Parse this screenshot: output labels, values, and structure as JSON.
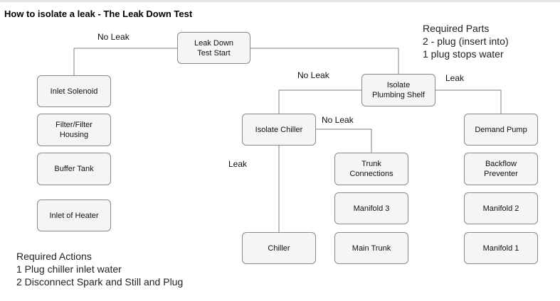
{
  "title": "How to isolate a leak - The Leak Down Test",
  "nodes": {
    "start": "Leak Down\nTest Start",
    "inlet_solenoid": "Inlet Solenoid",
    "filter_housing": "Filter/Filter\nHousing",
    "buffer_tank": "Buffer Tank",
    "inlet_heater": "Inlet of Heater",
    "isolate_plumbing": "Isolate\nPlumbing Shelf",
    "isolate_chiller": "Isolate Chiller",
    "chiller": "Chiller",
    "trunk_connections": "Trunk\nConnections",
    "manifold_3": "Manifold 3",
    "main_trunk": "Main Trunk",
    "demand_pump": "Demand Pump",
    "backflow_preventer": "Backflow\nPreventer",
    "manifold_2": "Manifold 2",
    "manifold_1": "Manifold 1"
  },
  "edge_labels": {
    "start_no_leak": "No Leak",
    "plumbing_no_leak": "No Leak",
    "plumbing_leak": "Leak",
    "chiller_no_leak": "No Leak",
    "chiller_leak": "Leak"
  },
  "required_parts": {
    "heading": "Required Parts",
    "line1": "2 - plug  (insert into)",
    "line2": "1 plug stops water"
  },
  "required_actions": {
    "heading": "Required Actions",
    "line1": "1 Plug chiller inlet water",
    "line2": "2 Disconnect Spark and Still and Plug"
  },
  "colors": {
    "node_fill": "#f5f5f5",
    "node_border": "#8a8a8a",
    "connector": "#7f7f7f"
  }
}
